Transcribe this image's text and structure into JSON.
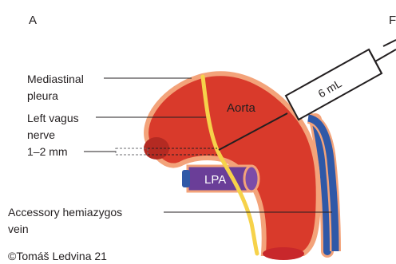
{
  "panel_label": "A",
  "panel_label_right": "F",
  "labels": {
    "mediastinal_pleura_1": "Mediastinal",
    "mediastinal_pleura_2": "pleura",
    "left_vagus_1": "Left vagus",
    "left_vagus_2": "nerve",
    "distance": "1–2 mm",
    "accessory_vein_1": "Accessory hemiazygos",
    "accessory_vein_2": "vein",
    "aorta": "Aorta",
    "lpa": "LPA",
    "syringe_volume": "6 mL"
  },
  "copyright": "©Tomáš Ledvina 21",
  "colors": {
    "aorta_fill": "#d93a2b",
    "pleura_outline": "#f3a37a",
    "nerve": "#f6d24a",
    "lpa_fill": "#6a3e98",
    "vein_fill": "#2f58a7",
    "text": "#231f20"
  }
}
